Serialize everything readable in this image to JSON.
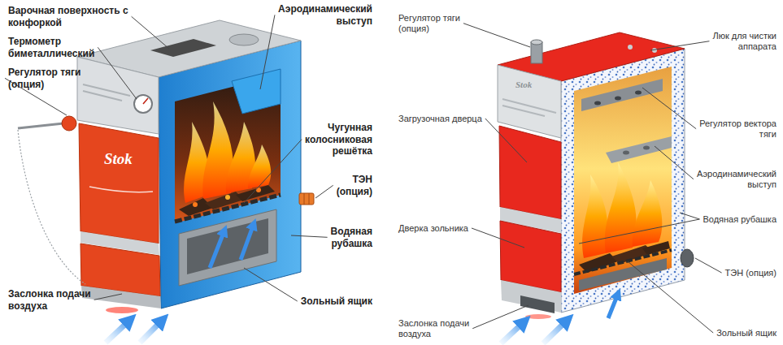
{
  "diagram": {
    "labels": [
      "Варочная поверхность с конфоркой",
      "Термометр биметаллический",
      "Регулятор тяги (опция)",
      "Заслонка подачи воздуха",
      "Аэродинамический выступ",
      "Чугунная колосниковая решётка",
      "ТЭН (опция)",
      "Водяная рубашка",
      "Зольный ящик",
      "Регулятор тяги (опция)",
      "Загрузочная дверца",
      "Дверка зольника",
      "Заслонка подачи воздуха",
      "Люк для чистки аппарата",
      "Регулятор вектора тяги",
      "Аэродинамический выступ",
      "Водяная рубашка",
      "ТЭН (опция)",
      "Зольный ящик",
      "Stok",
      "Stok"
    ]
  }
}
